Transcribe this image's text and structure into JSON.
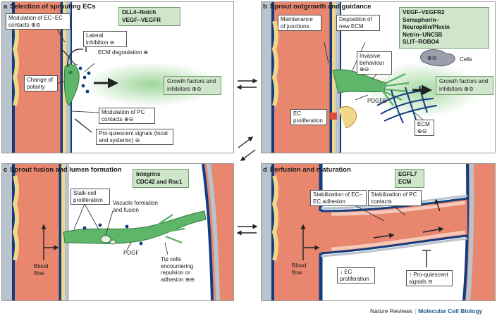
{
  "panels": {
    "a": {
      "letter": "a",
      "title": "Selection of sprouting ECs",
      "signals": [
        "DLL4–Notch",
        "VEGF–VEGFR"
      ],
      "labels": {
        "modulation_ec": "Modulation of EC–EC contacts ⊕⊖",
        "lateral": "Lateral inhibition ⊖",
        "ecm_degradation": "ECM degradation ⊕",
        "change_polarity": "Change of polarity",
        "growth_factors": "Growth factors and inhibitors ⊕⊖",
        "modulation_pc": "Modulation of PC contacts ⊕⊖",
        "pro_quiescent": "Pro-quiescent signals (local and systemic) ⊖"
      }
    },
    "b": {
      "letter": "b",
      "title": "Sprout outgrowth and guidance",
      "signals": [
        "VEGF–VEGFR2",
        "Semaphorin–Neuropilin/Plexin",
        "Netrin–UNC5B",
        "SLIT–ROBO4"
      ],
      "labels": {
        "maintenance": "Maintenance of junctions",
        "deposition": "Deposition of new ECM",
        "invasive": "Invasive behaviour ⊕⊖",
        "cells": "Cells",
        "cells_pm": "⊕⊖",
        "growth_factors": "Growth factors and inhibitors ⊕⊖",
        "pdgfb": "PDGFB",
        "ec_prolif": "EC proliferation",
        "ecm": "ECM ⊕⊖"
      }
    },
    "c": {
      "letter": "c",
      "title": "Sprout fusion and lumen formation",
      "signals": [
        "Integrins",
        "CDC42 and Rac1"
      ],
      "labels": {
        "stalk": "Stalk-cell proliferation",
        "vacuole": "Vacuole formation and fusion",
        "pdgf": "PDGF",
        "blood_flow": "Blood flow",
        "tip_cells": "Tip cells encountering repulsion or adhesion ⊕⊖"
      }
    },
    "d": {
      "letter": "d",
      "title": "Perfusion and maturation",
      "signals": [
        "EGFL7",
        "ECM"
      ],
      "labels": {
        "stab_ec": "Stabilization of EC–EC adhesion",
        "stab_pc": "Stabilization of PC contacts",
        "blood_flow": "Blood flow",
        "ec_prolif": "↓ EC proliferation",
        "pro_quiescent": "↑ Pro-quiescent signals ⊖"
      }
    }
  },
  "footer": {
    "publisher": "Nature Reviews",
    "journal": "Molecular Cell Biology"
  },
  "colors": {
    "vessel_red": "#e8866e",
    "wall_blue": "#123c80",
    "pericyte_yellow": "#f2d68a",
    "wall_grey": "#b8c3cc",
    "sprout_green": "#5fb56a",
    "label_green": "#cfe6cb",
    "journal_blue": "#1b5a8c"
  }
}
